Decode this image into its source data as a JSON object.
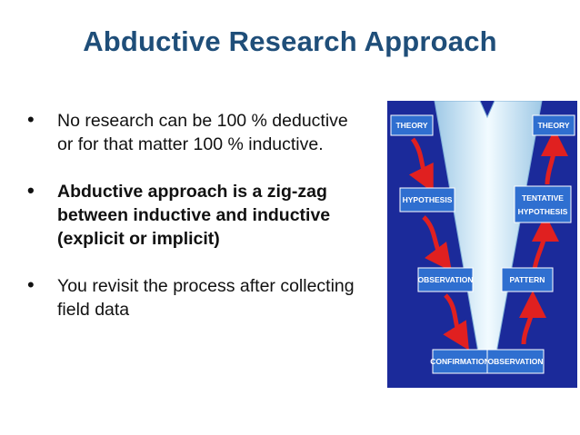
{
  "title": "Abductive Research Approach",
  "bullets": [
    {
      "text": "No research can be 100 % deductive or for that matter 100 % inductive."
    },
    {
      "text": "Abductive approach is a zig-zag between inductive and inductive (explicit or implicit)"
    },
    {
      "text": "You revisit the process after collecting field data"
    }
  ],
  "bullet_glyph": "•",
  "diagram": {
    "left_column": [
      "THEORY",
      "HYPOTHESIS",
      "OBSERVATION",
      "CONFIRMATION"
    ],
    "right_column": [
      "THEORY",
      "TENTATIVE",
      "HYPOTHESIS",
      "PATTERN",
      "OBSERVATION"
    ]
  },
  "colors": {
    "title": "#1f4e79",
    "diagram_background": "#1b2a9a",
    "box_fill": "#2f6fd0",
    "arrow": "#e02020",
    "v_shape": "#cfe8f5"
  }
}
